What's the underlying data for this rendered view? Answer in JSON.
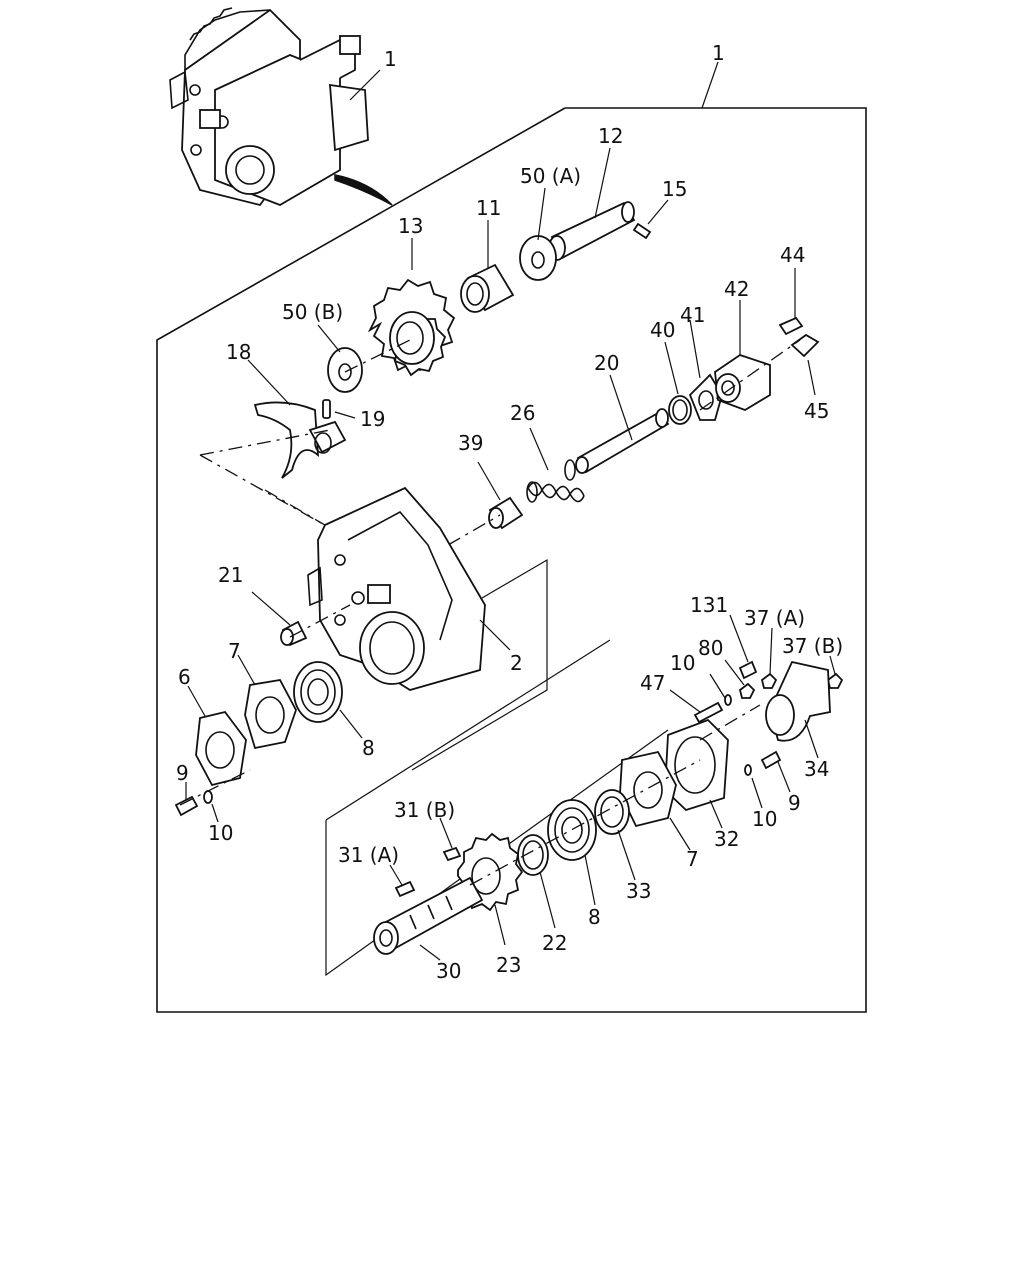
{
  "callouts": [
    {
      "id": "1-top",
      "text": "1"
    },
    {
      "id": "1-frame",
      "text": "1"
    },
    {
      "id": "12",
      "text": "12"
    },
    {
      "id": "50a",
      "text": "50 (A)"
    },
    {
      "id": "15",
      "text": "15"
    },
    {
      "id": "11",
      "text": "11"
    },
    {
      "id": "13",
      "text": "13"
    },
    {
      "id": "44",
      "text": "44"
    },
    {
      "id": "42",
      "text": "42"
    },
    {
      "id": "41",
      "text": "41"
    },
    {
      "id": "40",
      "text": "40"
    },
    {
      "id": "45",
      "text": "45"
    },
    {
      "id": "50b",
      "text": "50 (B)"
    },
    {
      "id": "18",
      "text": "18"
    },
    {
      "id": "19",
      "text": "19"
    },
    {
      "id": "20",
      "text": "20"
    },
    {
      "id": "26",
      "text": "26"
    },
    {
      "id": "39",
      "text": "39"
    },
    {
      "id": "21",
      "text": "21"
    },
    {
      "id": "2",
      "text": "2"
    },
    {
      "id": "7-left",
      "text": "7"
    },
    {
      "id": "6",
      "text": "6"
    },
    {
      "id": "8-left",
      "text": "8"
    },
    {
      "id": "9-left",
      "text": "9"
    },
    {
      "id": "10-left",
      "text": "10"
    },
    {
      "id": "131",
      "text": "131"
    },
    {
      "id": "37a",
      "text": "37 (A)"
    },
    {
      "id": "37b",
      "text": "37 (B)"
    },
    {
      "id": "80",
      "text": "80"
    },
    {
      "id": "10-right-top",
      "text": "10"
    },
    {
      "id": "47",
      "text": "47"
    },
    {
      "id": "34",
      "text": "34"
    },
    {
      "id": "9-right",
      "text": "9"
    },
    {
      "id": "10-right-bottom",
      "text": "10"
    },
    {
      "id": "32",
      "text": "32"
    },
    {
      "id": "7-right",
      "text": "7"
    },
    {
      "id": "33",
      "text": "33"
    },
    {
      "id": "8-right",
      "text": "8"
    },
    {
      "id": "22",
      "text": "22"
    },
    {
      "id": "23",
      "text": "23"
    },
    {
      "id": "31b",
      "text": "31 (B)"
    },
    {
      "id": "31a",
      "text": "31 (A)"
    },
    {
      "id": "30",
      "text": "30"
    }
  ]
}
